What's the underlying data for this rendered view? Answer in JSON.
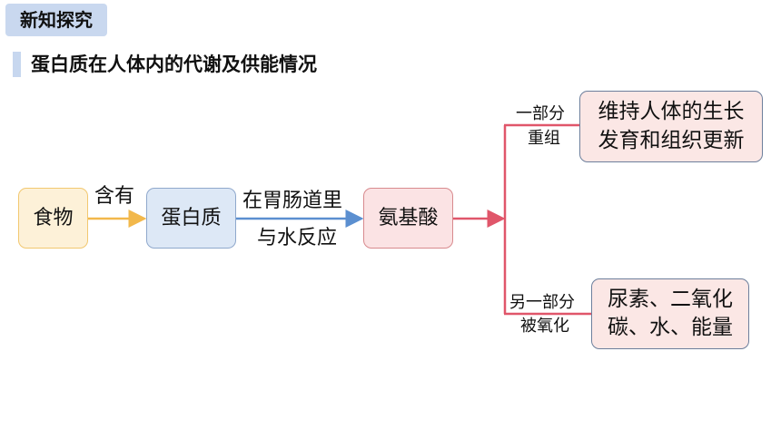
{
  "header": {
    "tag": "新知探究",
    "title": "蛋白质在人体内的代谢及供能情况"
  },
  "nodes": {
    "food": "食物",
    "protein": "蛋白质",
    "amino": "氨基酸",
    "result1_line1": "维持人体的生长",
    "result1_line2": "发育和组织更新",
    "result2_line1": "尿素、二氧化",
    "result2_line2": "碳、水、能量"
  },
  "edges": {
    "contains": "含有",
    "in_gi_line1": "在胃肠道里",
    "in_gi_line2": "与水反应",
    "branch1_line1": "一部分",
    "branch1_line2": "重组",
    "branch2_line1": "另一部分",
    "branch2_line2": "被氧化"
  },
  "colors": {
    "food_arrow": "#f2b84b",
    "protein_arrow": "#5b8fd0",
    "amino_arrow": "#e0566a"
  }
}
